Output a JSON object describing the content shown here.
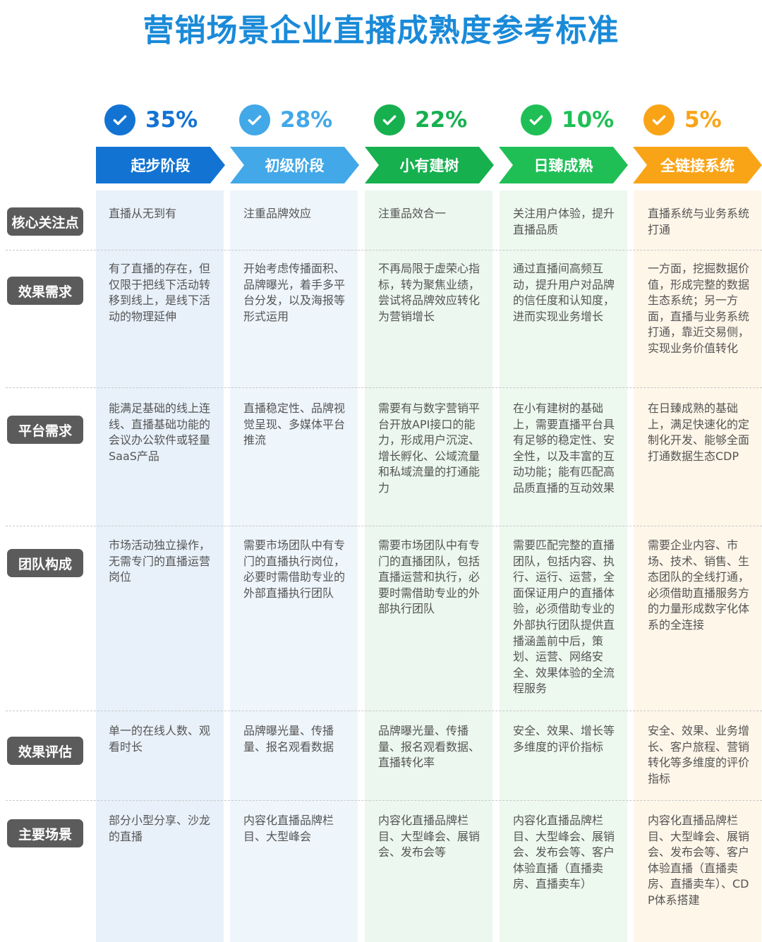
{
  "title": "营销场景企业直播成熟度参考标准",
  "colors": {
    "title": "#1a8ad8",
    "label_bg": "#5b5b5b",
    "stage_colors": [
      "#1273d3",
      "#42a8e8",
      "#16b04f",
      "#1fbf56",
      "#f9a417"
    ],
    "column_bg": [
      "#e8f1fa",
      "#eef5fb",
      "#ebf7ef",
      "#edf8ef",
      "#fef6e9"
    ]
  },
  "columns": [
    {
      "percent": "35%",
      "stage": "起步阶段",
      "icon": "check-circle-icon"
    },
    {
      "percent": "28%",
      "stage": "初级阶段",
      "icon": "check-circle-icon"
    },
    {
      "percent": "22%",
      "stage": "小有建树",
      "icon": "check-circle-icon"
    },
    {
      "percent": "10%",
      "stage": "日臻成熟",
      "icon": "check-circle-icon"
    },
    {
      "percent": "5%",
      "stage": "全链接系统",
      "icon": "check-circle-icon"
    }
  ],
  "rows": [
    {
      "label": "核心关注点",
      "cells": [
        "直播从无到有",
        "注重品牌效应",
        "注重品效合一",
        "关注用户体验，提升直播品质",
        "直播系统与业务系统打通"
      ]
    },
    {
      "label": "效果需求",
      "cells": [
        "有了直播的存在，但仅限于把线下活动转移到线上，是线下活动的物理延伸",
        "开始考虑传播面积、品牌曝光，着手多平台分发，以及海报等形式运用",
        "不再局限于虚荣心指标，转为聚焦业绩，尝试将品牌效应转化为营销增长",
        "通过直播间高频互动，提升用户对品牌的信任度和认知度，进而实现业务增长",
        "一方面，挖掘数据价值，形成完整的数据生态系统；另一方面，直播与业务系统打通，靠近交易侧，实现业务价值转化"
      ]
    },
    {
      "label": "平台需求",
      "cells": [
        "能满足基础的线上连线、直播基础功能的会议办公软件或轻量SaaS产品",
        "直播稳定性、品牌视觉呈现、多媒体平台推流",
        "需要有与数字营销平台开放API接口的能力，形成用户沉淀、增长孵化、公域流量和私域流量的打通能力",
        "在小有建树的基础上，需要直播平台具有足够的稳定性、安全性，以及丰富的互动功能；能有匹配高品质直播的互动效果",
        "在日臻成熟的基础上，满足快速化的定制化开发、能够全面打通数据生态CDP"
      ]
    },
    {
      "label": "团队构成",
      "cells": [
        "市场活动独立操作，无需专门的直播运营岗位",
        "需要市场团队中有专门的直播执行岗位，必要时需借助专业的外部直播执行团队",
        "需要市场团队中有专门的直播团队，包括直播运营和执行，必要时需借助专业的外部执行团队",
        "需要匹配完整的直播团队，包括内容、执行、运行、运营，全面保证用户的直播体验，必须借助专业的外部执行团队提供直播涵盖前中后，策划、运营、网络安全、效果体验的全流程服务",
        "需要企业内容、市场、技术、销售、生态团队的全线打通，必须借助直播服务方的力量形成数字化体系的全连接"
      ]
    },
    {
      "label": "效果评估",
      "cells": [
        "单一的在线人数、观看时长",
        "品牌曝光量、传播量、报名观看数据",
        "品牌曝光量、传播量、报名观看数据、直播转化率",
        "安全、效果、增长等多维度的评价指标",
        "安全、效果、业务增长、客户旅程、营销转化等多维度的评价指标"
      ]
    },
    {
      "label": "主要场景",
      "cells": [
        "部分小型分享、沙龙的直播",
        "内容化直播品牌栏目、大型峰会",
        "内容化直播品牌栏目、大型峰会、展销会、发布会等",
        "内容化直播品牌栏目、大型峰会、展销会、发布会等、客户体验直播（直播卖房、直播卖车）",
        "内容化直播品牌栏目、大型峰会、展销会、发布会等、客户体验直播（直播卖房、直播卖车）、CDP体系搭建"
      ]
    }
  ]
}
